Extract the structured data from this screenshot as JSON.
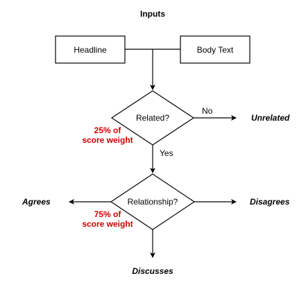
{
  "title": "Inputs",
  "nodes": {
    "headline": "Headline",
    "body_text": "Body Text",
    "related": "Related?",
    "relationship": "Relationship?"
  },
  "edges": {
    "no": "No",
    "yes": "Yes"
  },
  "outcomes": {
    "unrelated": "Unrelated",
    "agrees": "Agrees",
    "disagrees": "Disagrees",
    "discusses": "Discusses"
  },
  "annotations": {
    "related_weight_line1": "25% of",
    "related_weight_line2": "score weight",
    "relationship_weight_line1": "75% of",
    "relationship_weight_line2": "score weight"
  },
  "colors": {
    "stroke": "#000000",
    "annotation": "#cc0000",
    "background": "#ffffff"
  }
}
